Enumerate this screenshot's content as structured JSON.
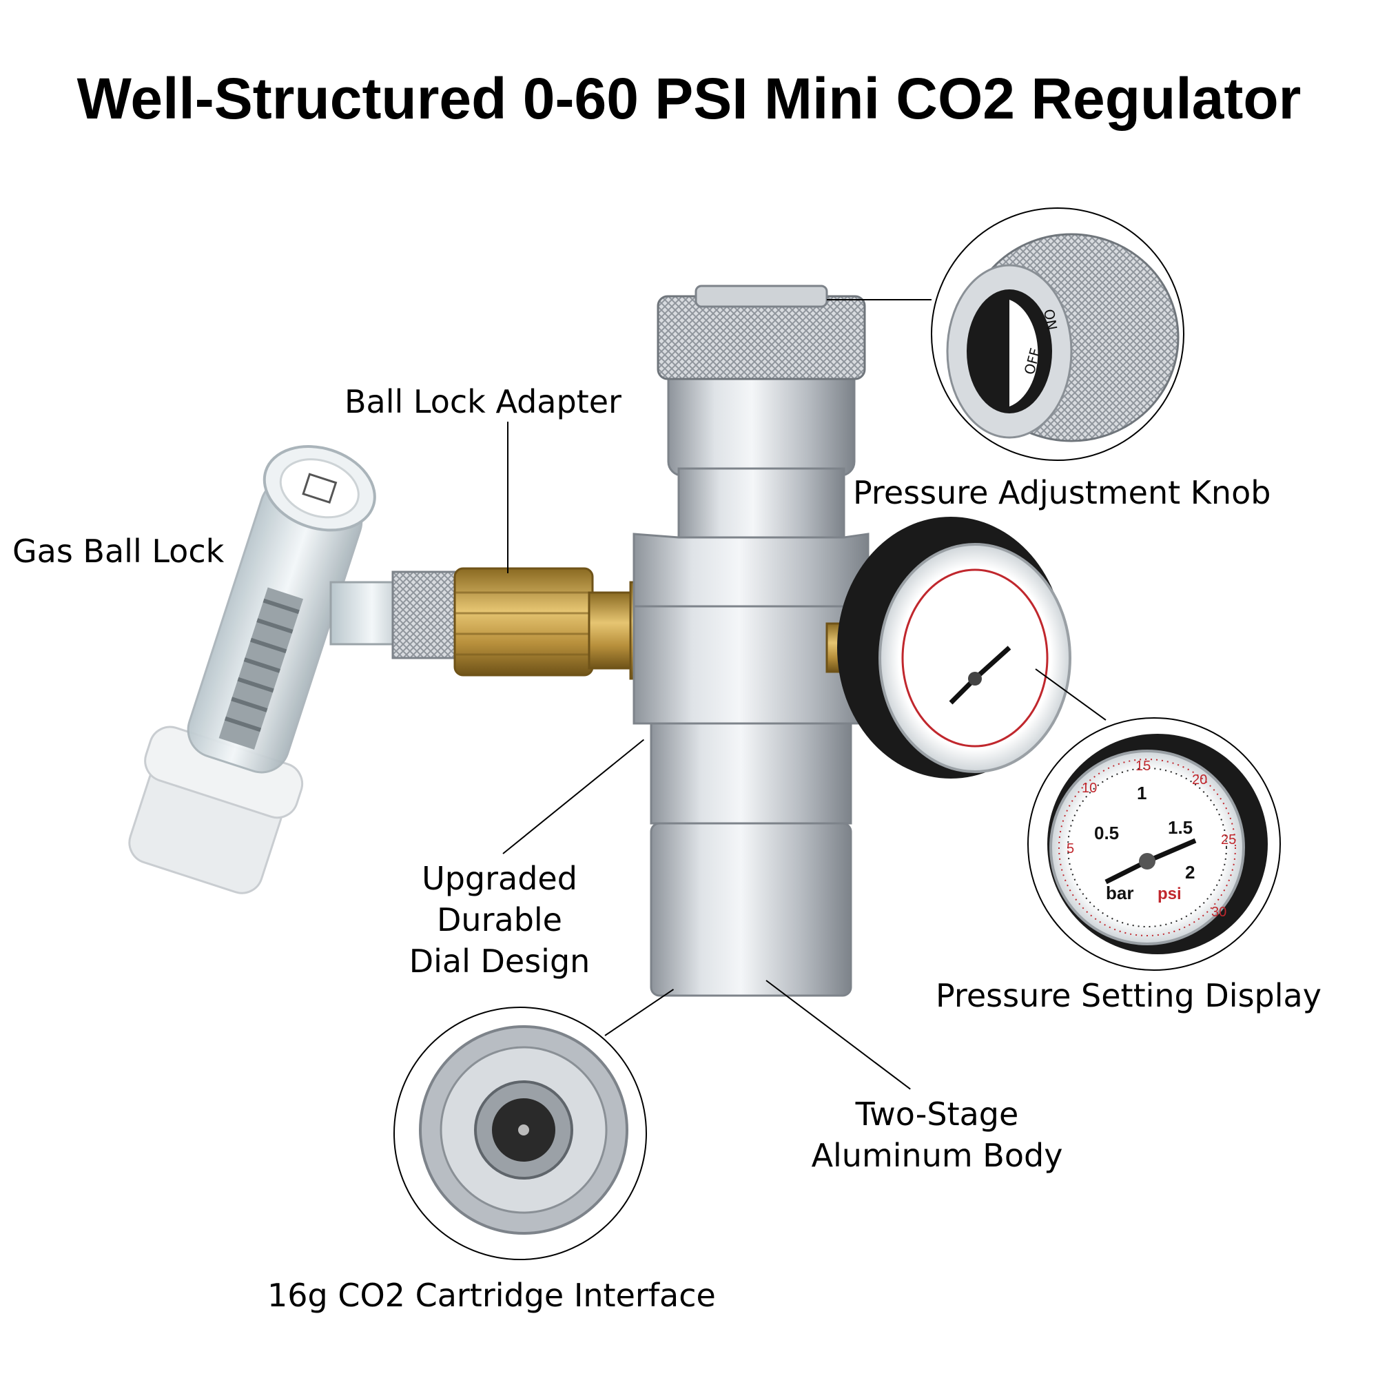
{
  "title": "Well-Structured 0-60 PSI Mini CO2 Regulator",
  "labels": {
    "ball_lock_adapter": "Ball Lock Adapter",
    "gas_ball_lock": "Gas Ball Lock",
    "pressure_knob": "Pressure Adjustment Knob",
    "dial_line1": "Upgraded",
    "dial_line2": "Durable",
    "dial_line3": "Dial Design",
    "setting_display": "Pressure Setting Display",
    "body_line1": "Two-Stage",
    "body_line2": "Aluminum Body",
    "cartridge": "16g CO2 Cartridge Interface"
  },
  "knob_markings": {
    "on": "ON",
    "off": "OFF"
  },
  "gauge": {
    "bar_ticks": [
      "0.5",
      "1",
      "1.5",
      "2"
    ],
    "psi_ticks": [
      "5",
      "10",
      "15",
      "20",
      "25",
      "30"
    ],
    "unit_bar": "bar",
    "unit_psi": "psi"
  },
  "colors": {
    "aluminum": "#c9cdd2",
    "brass": "#c9a24a",
    "gauge_red": "#c0272d",
    "knob_black": "#1a1a1a"
  }
}
